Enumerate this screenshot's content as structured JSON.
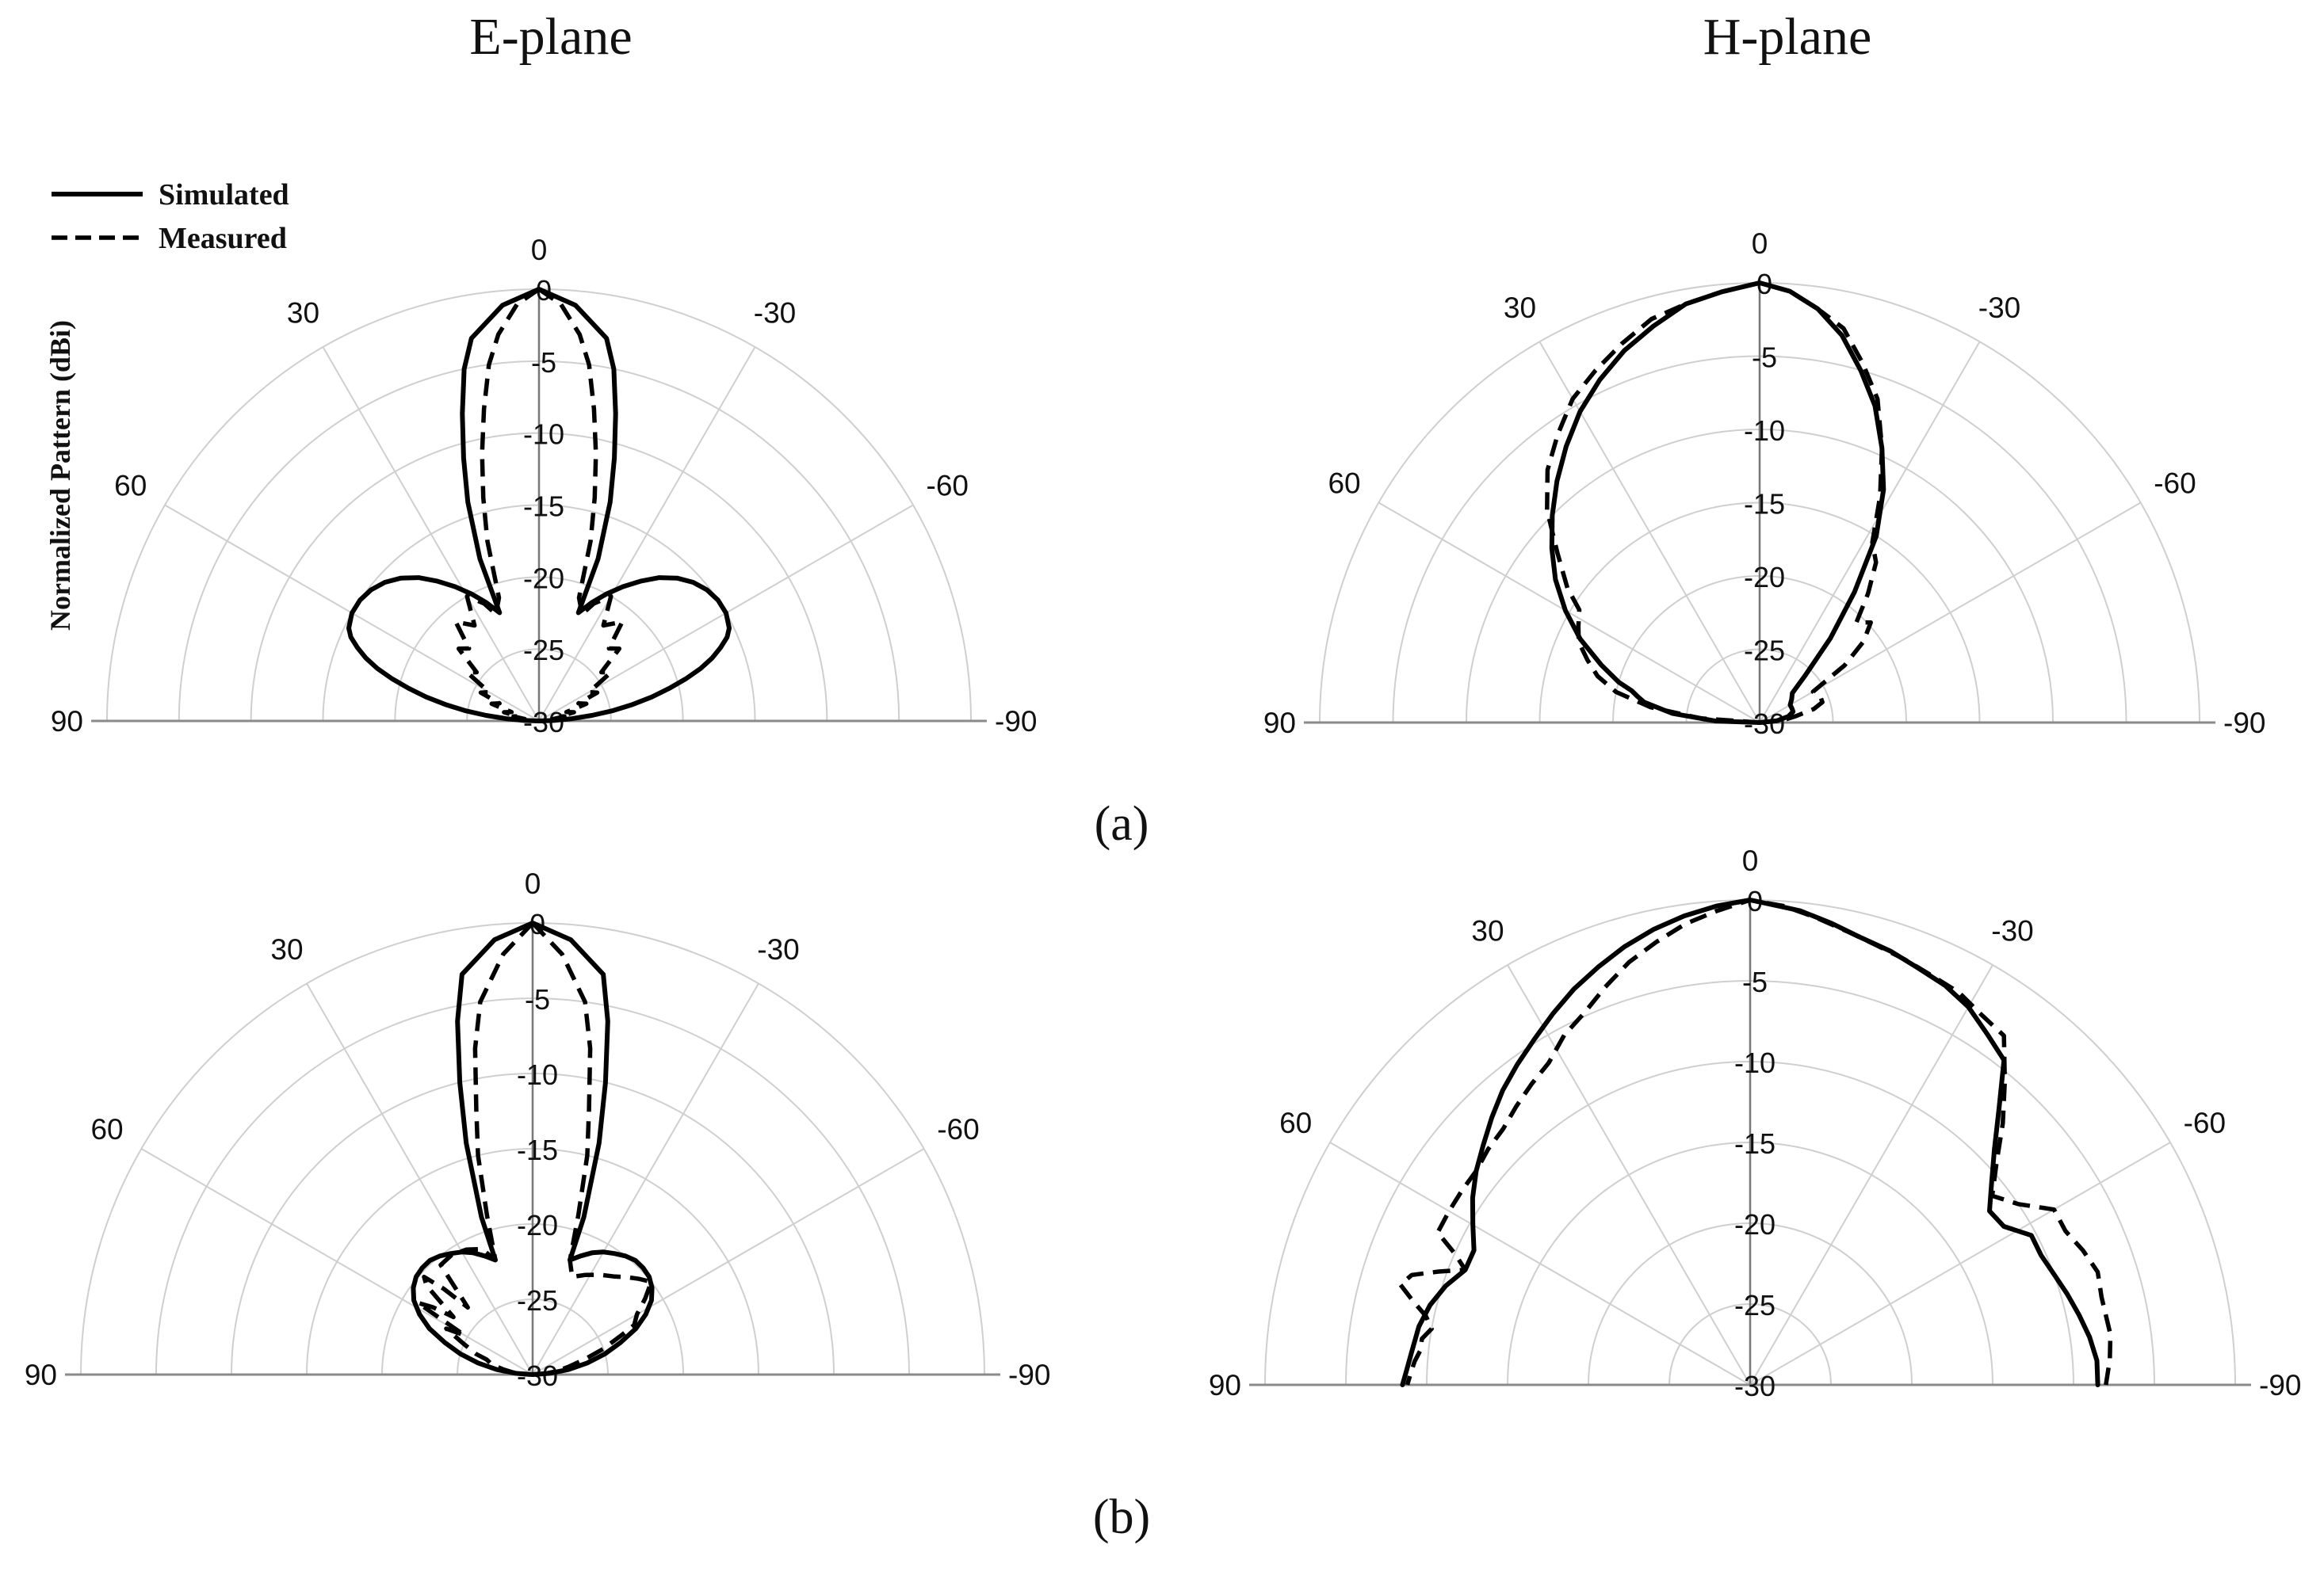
{
  "figure": {
    "col_titles": [
      "E-plane",
      "H-plane"
    ],
    "panel_labels": [
      "(a)",
      "(b)"
    ],
    "legend": {
      "simulated": "Simulated",
      "measured": "Measured"
    },
    "ylabel": "Normalized Pattern (dBi)"
  },
  "chart_data": [
    {
      "type": "line",
      "polar": true,
      "row": "(a)",
      "plane": "E-plane",
      "angle_ticks": [
        "90",
        "60",
        "30",
        "0",
        "-30",
        "-60",
        "-90"
      ],
      "radial_ticks": [
        "0",
        "-5",
        "-10",
        "-15",
        "-20",
        "-25",
        "-30"
      ],
      "rlim": [
        -30,
        0
      ],
      "angle_range": [
        90,
        -90
      ],
      "series": [
        {
          "name": "Simulated",
          "style": "solid",
          "theta": [
            0,
            5,
            10,
            12,
            14,
            16,
            18,
            20,
            20,
            24,
            28,
            32,
            36,
            40,
            44,
            48,
            52,
            56,
            60,
            64,
            66,
            68,
            70,
            72,
            74,
            76,
            78,
            80,
            82,
            84,
            86,
            88,
            90
          ],
          "r": [
            0,
            -1,
            -3,
            -5,
            -8,
            -11,
            -14,
            -18,
            -22,
            -21,
            -20,
            -19,
            -18,
            -17,
            -16.2,
            -15.6,
            -15.2,
            -15,
            -15,
            -15.3,
            -15.7,
            -16.4,
            -17.2,
            -18.2,
            -19.4,
            -20.7,
            -22,
            -23.4,
            -24.8,
            -26.3,
            -27.7,
            -29,
            -30
          ]
        },
        {
          "name": "Measured",
          "style": "dashed",
          "theta": [
            0,
            3,
            6,
            8,
            10,
            12,
            14,
            16,
            18,
            22,
            25,
            30,
            34,
            40,
            44,
            48,
            52,
            56,
            60,
            64,
            66,
            70,
            72,
            76,
            78,
            80,
            82,
            84,
            86,
            88,
            90
          ],
          "r": [
            0,
            -1,
            -3,
            -5,
            -8,
            -11,
            -14,
            -17,
            -21,
            -22,
            -21,
            -20,
            -22,
            -21,
            -23,
            -22.5,
            -24.5,
            -24,
            -26,
            -25.5,
            -27,
            -26.5,
            -28,
            -27.5,
            -28.5,
            -28.2,
            -29,
            -28.8,
            -29.3,
            -29.6,
            -30
          ]
        },
        {
          "name": "Simulated",
          "style": "solid",
          "theta": [
            0,
            -5,
            -10,
            -12,
            -14,
            -16,
            -18,
            -20,
            -20,
            -24,
            -28,
            -32,
            -36,
            -40,
            -44,
            -48,
            -52,
            -56,
            -60,
            -64,
            -66,
            -68,
            -70,
            -72,
            -74,
            -76,
            -78,
            -80,
            -82,
            -84,
            -86,
            -88,
            -90
          ],
          "r": [
            0,
            -1,
            -3,
            -5,
            -8,
            -11,
            -14,
            -18,
            -22,
            -21,
            -20,
            -19,
            -18,
            -17,
            -16.2,
            -15.6,
            -15.2,
            -15,
            -15,
            -15.3,
            -15.7,
            -16.4,
            -17.2,
            -18.2,
            -19.4,
            -20.7,
            -22,
            -23.4,
            -24.8,
            -26.3,
            -27.7,
            -29,
            -30
          ]
        },
        {
          "name": "Measured",
          "style": "dashed",
          "theta": [
            0,
            -3,
            -6,
            -8,
            -10,
            -12,
            -14,
            -16,
            -18,
            -22,
            -25,
            -30,
            -34,
            -40,
            -44,
            -48,
            -52,
            -56,
            -60,
            -64,
            -66,
            -70,
            -72,
            -76,
            -78,
            -80,
            -82,
            -84,
            -86,
            -88,
            -90
          ],
          "r": [
            0,
            -1,
            -3,
            -5,
            -8,
            -11,
            -14,
            -17,
            -21,
            -22,
            -21,
            -20,
            -22,
            -21,
            -23,
            -22.5,
            -24.5,
            -24,
            -26,
            -25.5,
            -27,
            -26.5,
            -28,
            -27.5,
            -28.5,
            -28.2,
            -29,
            -28.8,
            -29.3,
            -29.6,
            -30
          ]
        }
      ]
    },
    {
      "type": "line",
      "polar": true,
      "row": "(a)",
      "plane": "H-plane",
      "angle_ticks": [
        "90",
        "60",
        "30",
        "0",
        "-30",
        "-60",
        "-90"
      ],
      "radial_ticks": [
        "0",
        "-5",
        "-10",
        "-15",
        "-20",
        "-25",
        "-30"
      ],
      "rlim": [
        -30,
        0
      ],
      "angle_range": [
        90,
        -90
      ],
      "series": [
        {
          "name": "Simulated",
          "style": "solid",
          "theta": [
            -90,
            -84,
            -78,
            -72,
            -66,
            -60,
            -54,
            -48,
            -44,
            -40,
            -36,
            -32,
            -28,
            -24,
            -20,
            -16,
            -12,
            -8,
            -4,
            0,
            5,
            10,
            15,
            20,
            25,
            30,
            35,
            40,
            45,
            50,
            55,
            60,
            65,
            70,
            74,
            76,
            78,
            80,
            84,
            88,
            90
          ],
          "r": [
            -30,
            -28.8,
            -28,
            -27.6,
            -27.6,
            -27.6,
            -27.3,
            -27,
            -25.5,
            -22.5,
            -19,
            -15,
            -12,
            -9.5,
            -7,
            -5,
            -3,
            -1.5,
            -0.5,
            0,
            -0.5,
            -1,
            -2,
            -3,
            -4.2,
            -5.5,
            -7,
            -8.5,
            -10,
            -11.5,
            -13,
            -14.7,
            -16.5,
            -18.5,
            -20,
            -21,
            -21.5,
            -22,
            -24,
            -27,
            -30
          ]
        },
        {
          "name": "Measured",
          "style": "dashed",
          "theta": [
            -90,
            -85,
            -80,
            -76,
            -72,
            -68,
            -64,
            -60,
            -56,
            -52,
            -48,
            -44,
            -40,
            -36,
            -32,
            -28,
            -24,
            -20,
            -16,
            -12,
            -8,
            -4,
            0,
            5,
            10,
            15,
            20,
            25,
            30,
            35,
            40,
            45,
            50,
            55,
            58,
            62,
            66,
            70,
            74,
            78,
            82,
            86,
            90
          ],
          "r": [
            -30,
            -28.5,
            -27.5,
            -26.2,
            -25.5,
            -25.5,
            -25.7,
            -25.8,
            -23,
            -21,
            -19.8,
            -20.5,
            -18.5,
            -16.5,
            -15.5,
            -12.5,
            -9.5,
            -6.5,
            -4.5,
            -2.5,
            -1.5,
            -0.5,
            0,
            -0.5,
            -1,
            -1.5,
            -2.5,
            -3.5,
            -4.5,
            -6,
            -7.5,
            -9.5,
            -12,
            -14,
            -15.5,
            -16,
            -16.5,
            -17.5,
            -18.5,
            -20,
            -22.5,
            -26,
            -30
          ]
        }
      ]
    },
    {
      "type": "line",
      "polar": true,
      "row": "(b)",
      "plane": "E-plane",
      "angle_ticks": [
        "90",
        "60",
        "30",
        "0",
        "-30",
        "-60",
        "-90"
      ],
      "radial_ticks": [
        "0",
        "-5",
        "-10",
        "-15",
        "-20",
        "-25",
        "-30"
      ],
      "rlim": [
        -30,
        0
      ],
      "angle_range": [
        90,
        -90
      ],
      "series": [
        {
          "name": "Simulated",
          "style": "solid",
          "theta": [
            0,
            5,
            10,
            12,
            14,
            16,
            18,
            18,
            22,
            26,
            30,
            34,
            38,
            42,
            46,
            50,
            54,
            58,
            62,
            66,
            70,
            74,
            78,
            82,
            86,
            90
          ],
          "r": [
            0,
            -1,
            -3,
            -6,
            -10,
            -14,
            -19,
            -22,
            -21.5,
            -21,
            -20.6,
            -20.3,
            -20,
            -19.8,
            -19.8,
            -19.9,
            -20.2,
            -20.7,
            -21.5,
            -22.5,
            -23.8,
            -25,
            -26.3,
            -27.6,
            -28.9,
            -30
          ]
        },
        {
          "name": "Measured",
          "style": "dashed",
          "theta": [
            0,
            4,
            8,
            10,
            12,
            14,
            16,
            18,
            22,
            28,
            34,
            40,
            44,
            46,
            48,
            50,
            54,
            56,
            58,
            60,
            62,
            66,
            70,
            72,
            76,
            80,
            84,
            88,
            90
          ],
          "r": [
            0,
            -2,
            -5,
            -8,
            -12,
            -15,
            -19,
            -22,
            -21,
            -20.6,
            -20.4,
            -20.5,
            -23.8,
            -21.8,
            -20.3,
            -20.8,
            -23.5,
            -22,
            -21,
            -24.8,
            -23.5,
            -25,
            -26,
            -26.8,
            -27.2,
            -28,
            -28.7,
            -29.5,
            -30
          ]
        },
        {
          "name": "Simulated",
          "style": "solid",
          "theta": [
            0,
            -5,
            -10,
            -12,
            -14,
            -16,
            -18,
            -18,
            -22,
            -26,
            -30,
            -34,
            -38,
            -42,
            -46,
            -50,
            -54,
            -58,
            -62,
            -66,
            -70,
            -74,
            -78,
            -82,
            -86,
            -90
          ],
          "r": [
            0,
            -1,
            -3,
            -6,
            -10,
            -14,
            -19,
            -22,
            -21.5,
            -21,
            -20.6,
            -20.3,
            -20,
            -19.8,
            -19.8,
            -19.9,
            -20.2,
            -20.7,
            -21.5,
            -22.5,
            -23.8,
            -25,
            -26.3,
            -27.6,
            -28.9,
            -30
          ]
        },
        {
          "name": "Measured",
          "style": "dashed",
          "theta": [
            0,
            -4,
            -8,
            -10,
            -12,
            -14,
            -16,
            -18,
            -22,
            -28,
            -34,
            -40,
            -44,
            -48,
            -52,
            -56,
            -60,
            -64,
            -66,
            -70,
            -74,
            -78,
            -82,
            -86,
            -90
          ],
          "r": [
            0,
            -2,
            -5,
            -8,
            -12,
            -15,
            -19,
            -22,
            -23,
            -22.5,
            -22,
            -21.5,
            -21,
            -20.5,
            -20,
            -21,
            -22,
            -22.5,
            -23.5,
            -25,
            -26.5,
            -27.6,
            -28.4,
            -29.2,
            -30
          ]
        }
      ]
    },
    {
      "type": "line",
      "polar": true,
      "row": "(b)",
      "plane": "H-plane",
      "angle_ticks": [
        "90",
        "60",
        "30",
        "0",
        "-30",
        "-60",
        "-90"
      ],
      "radial_ticks": [
        "0",
        "-5",
        "-10",
        "-15",
        "-20",
        "-25",
        "-30"
      ],
      "rlim": [
        -30,
        0
      ],
      "angle_range": [
        90,
        -90
      ],
      "series": [
        {
          "name": "Simulated",
          "style": "solid",
          "theta": [
            -90,
            -86,
            -82,
            -78,
            -74,
            -70,
            -66,
            -62,
            -58,
            -54,
            -50,
            -46,
            -42,
            -38,
            -34,
            -30,
            -26,
            -22,
            -18,
            -14,
            -10,
            -6,
            -2,
            0,
            4,
            8,
            12,
            16,
            20,
            24,
            28,
            32,
            36,
            40,
            44,
            48,
            52,
            56,
            60,
            64,
            68,
            72,
            76,
            80,
            84,
            88,
            90
          ],
          "r": [
            -8.5,
            -8.5,
            -8.8,
            -9.2,
            -9.6,
            -10,
            -10.3,
            -10.3,
            -11.5,
            -11.7,
            -10.5,
            -9,
            -7,
            -4.5,
            -3.8,
            -3,
            -2.5,
            -2.2,
            -1.8,
            -1.5,
            -1,
            -0.5,
            -0.2,
            0,
            -0.3,
            -0.7,
            -1.2,
            -1.8,
            -2.5,
            -3.2,
            -4,
            -4.8,
            -5.5,
            -6.2,
            -7,
            -7.8,
            -8.5,
            -9.3,
            -10.2,
            -11,
            -11,
            -10.2,
            -9.6,
            -9.2,
            -9,
            -8.7,
            -8.5
          ]
        },
        {
          "name": "Measured",
          "style": "dashed",
          "theta": [
            -90,
            -86,
            -82,
            -76,
            -72,
            -68,
            -64,
            -60,
            -56,
            -52,
            -48,
            -44,
            -40,
            -36,
            -32,
            -28,
            -24,
            -20,
            -16,
            -12,
            -8,
            -4,
            0,
            4,
            8,
            12,
            16,
            20,
            24,
            28,
            32,
            36,
            40,
            44,
            48,
            52,
            56,
            60,
            64,
            66,
            68,
            70,
            72,
            74,
            76,
            78,
            80,
            82,
            84,
            86,
            88,
            90
          ],
          "r": [
            -8,
            -7.7,
            -7.5,
            -7.6,
            -7.4,
            -7.8,
            -8.3,
            -8.3,
            -10,
            -11,
            -9.5,
            -7.5,
            -5.5,
            -3.3,
            -3,
            -2.5,
            -2.3,
            -2,
            -1.7,
            -1.3,
            -0.8,
            -0.3,
            0,
            -0.6,
            -1.2,
            -2,
            -2.8,
            -3.8,
            -4.8,
            -5.5,
            -6.5,
            -7,
            -7.5,
            -8,
            -8.2,
            -8.5,
            -8.5,
            -8.5,
            -8.5,
            -10,
            -11,
            -9.5,
            -8,
            -7.5,
            -8.5,
            -9.5,
            -10,
            -9.5,
            -9.5,
            -9.2,
            -9,
            -8.8
          ]
        }
      ]
    }
  ]
}
